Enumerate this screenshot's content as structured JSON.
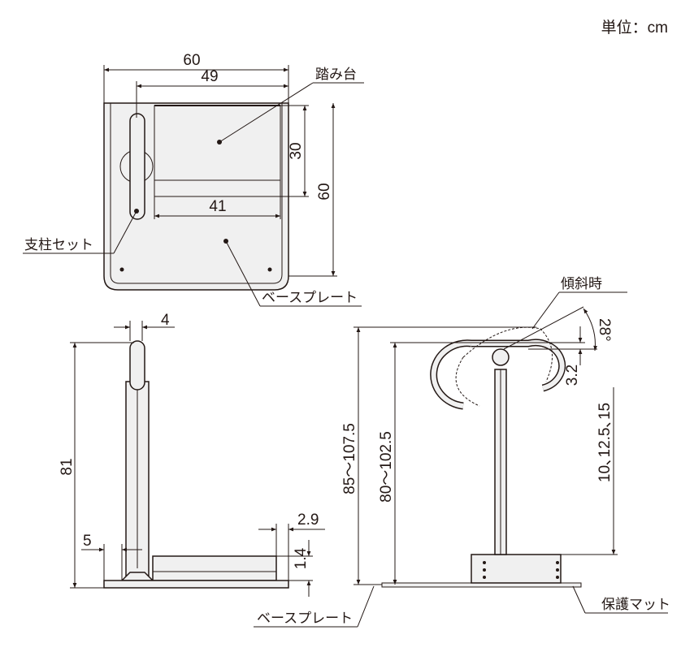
{
  "unit_label": "単位：cm",
  "top_view": {
    "width_total": "60",
    "width_inner": "49",
    "step_label": "踏み台",
    "step_depth": "30",
    "depth_total": "60",
    "step_width": "41",
    "pillar_label": "支柱セット",
    "base_label": "ベースプレート"
  },
  "side_view": {
    "pillar_width": "4",
    "height": "81",
    "offset": "5",
    "step_offset": "2.9",
    "step_height": "1.4",
    "base_label": "ベースプレート"
  },
  "front_view": {
    "height_tilted": "85～107.5",
    "height": "80～102.5",
    "tilt_label": "傾斜時",
    "tilt_angle": "28°",
    "tilt_rise": "3.2",
    "adjust_steps": "10､12.5､15",
    "mat_label": "保護マット"
  }
}
